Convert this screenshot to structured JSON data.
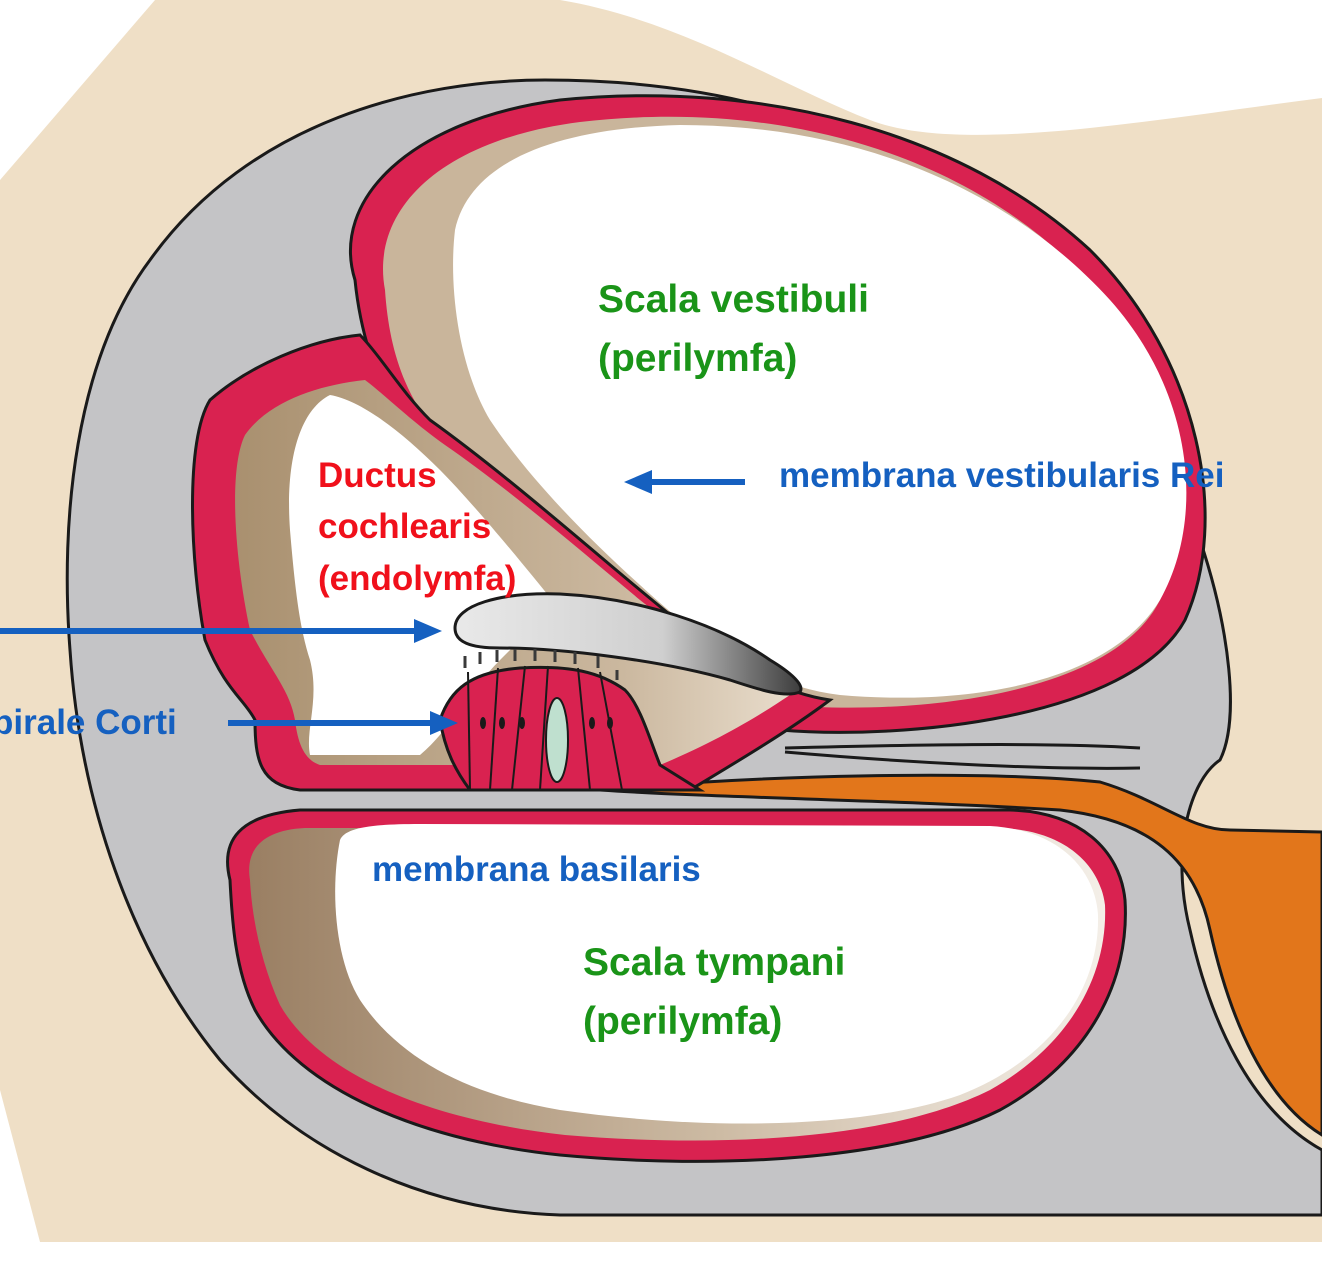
{
  "colors": {
    "background_tissue": "#efdfc6",
    "bone_gray": "#c4c4c6",
    "outline": "#1a1a1a",
    "epithelium_red": "#d92250",
    "cavity_white": "#ffffff",
    "membrane_tan": "#c9b59b",
    "tectorial_gray": "#c7c7c7",
    "nerve_orange": "#e2761b",
    "label_green": "#1a9418",
    "label_red": "#f0101b",
    "label_blue": "#1560c0",
    "arrow_blue": "#1560c0"
  },
  "labels": {
    "scala_vestibuli": [
      "Scala vestibuli",
      "(perilymfa)"
    ],
    "ductus_cochlearis": [
      "Ductus",
      "cochlearis",
      "(endolymfa)"
    ],
    "membrana_vestibularis": "membrana vestibularis Rei",
    "organum_spirale": "pirale Corti",
    "membrana_basilaris": "membrana basilaris",
    "scala_tympani": [
      "Scala tympani",
      "(perilymfa)"
    ]
  }
}
